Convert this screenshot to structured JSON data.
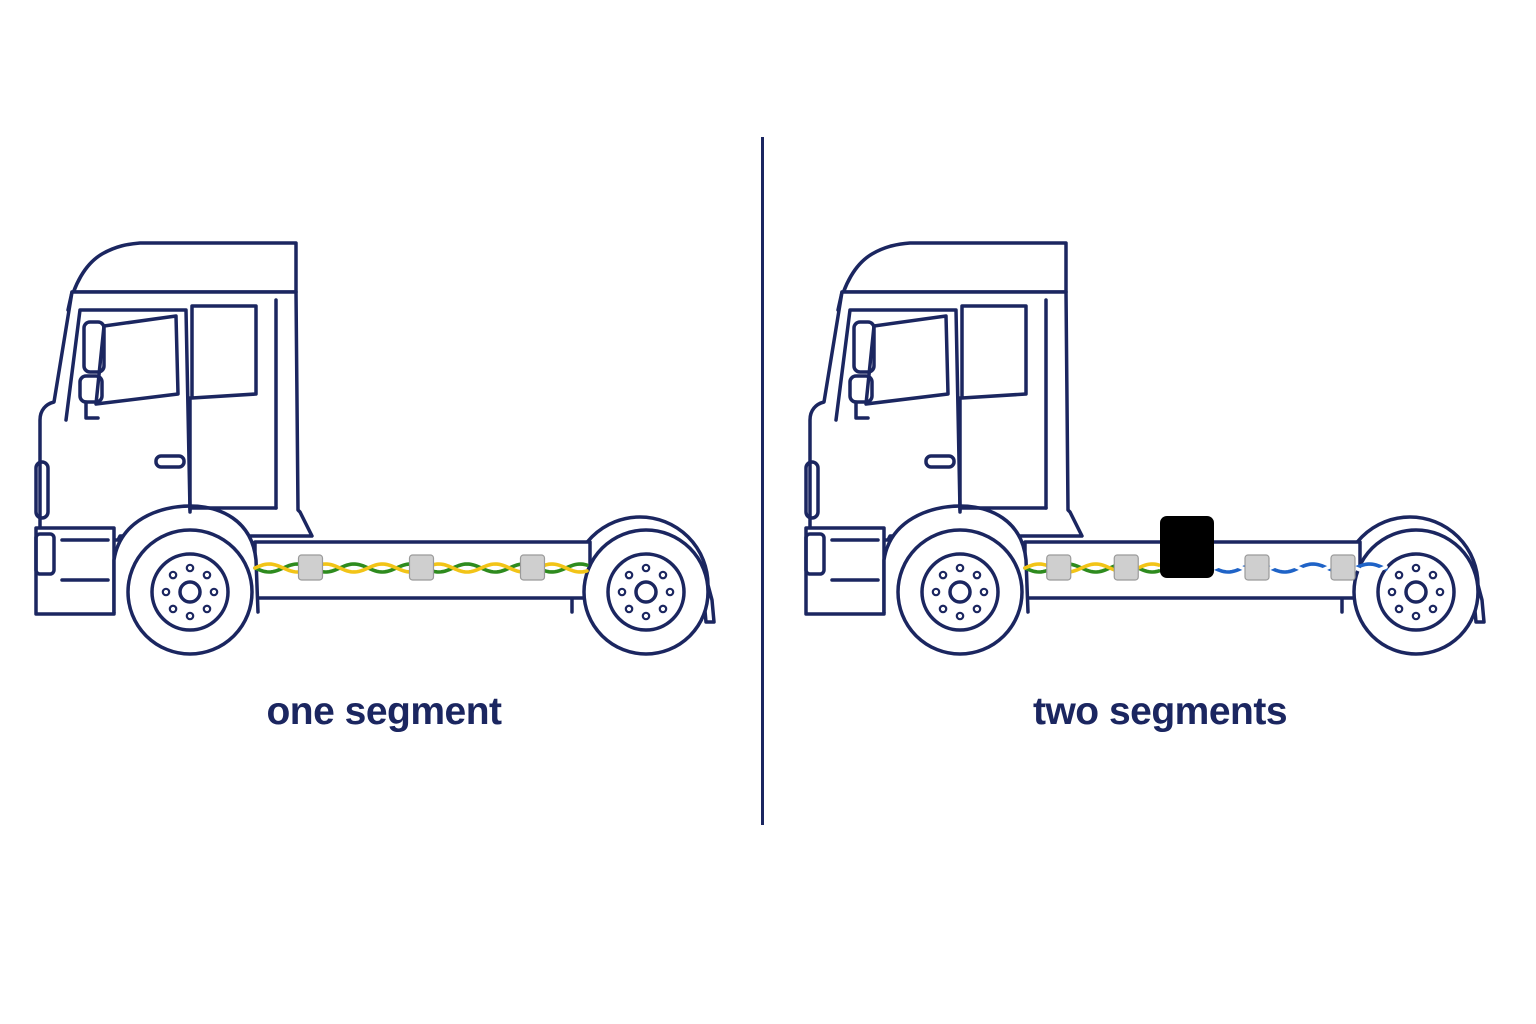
{
  "colors": {
    "outline": "#1b2660",
    "wire_green": "#2e8b1e",
    "wire_yellow": "#f2c417",
    "wire_blue": "#1f63c7",
    "wire_white": "#ffffff",
    "connector": "#cfcfcf",
    "gateway": "#000000"
  },
  "panels": [
    {
      "caption": "one segment",
      "segments": [
        {
          "wire_colors": [
            "wire_green",
            "wire_yellow"
          ],
          "connectors": 3
        }
      ]
    },
    {
      "caption": "two segments",
      "segments": [
        {
          "wire_colors": [
            "wire_green",
            "wire_yellow"
          ],
          "connectors": 2
        },
        {
          "wire_colors": [
            "wire_blue",
            "wire_white"
          ],
          "connectors": 2
        }
      ],
      "gateway_icon": "black-gateway-box"
    }
  ]
}
